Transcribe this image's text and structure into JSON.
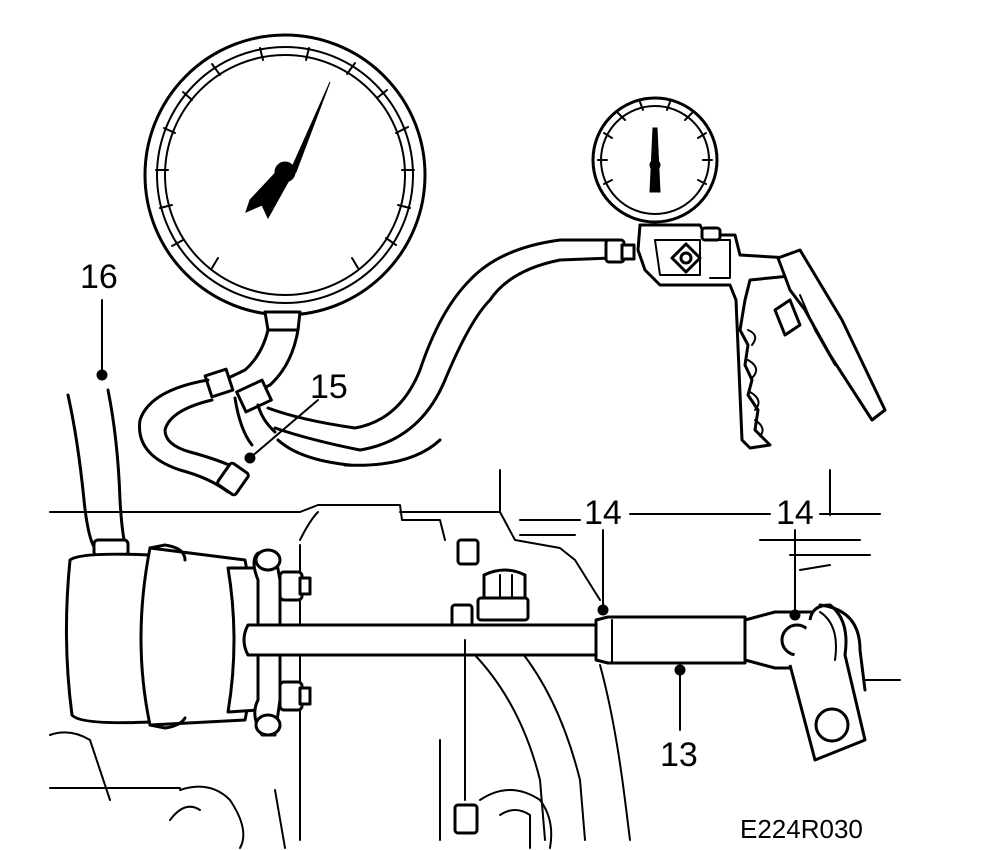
{
  "labels": {
    "l13": "13",
    "l14a": "14",
    "l14b": "14",
    "l15": "15",
    "l16": "16"
  },
  "figure_code": "E224R030"
}
